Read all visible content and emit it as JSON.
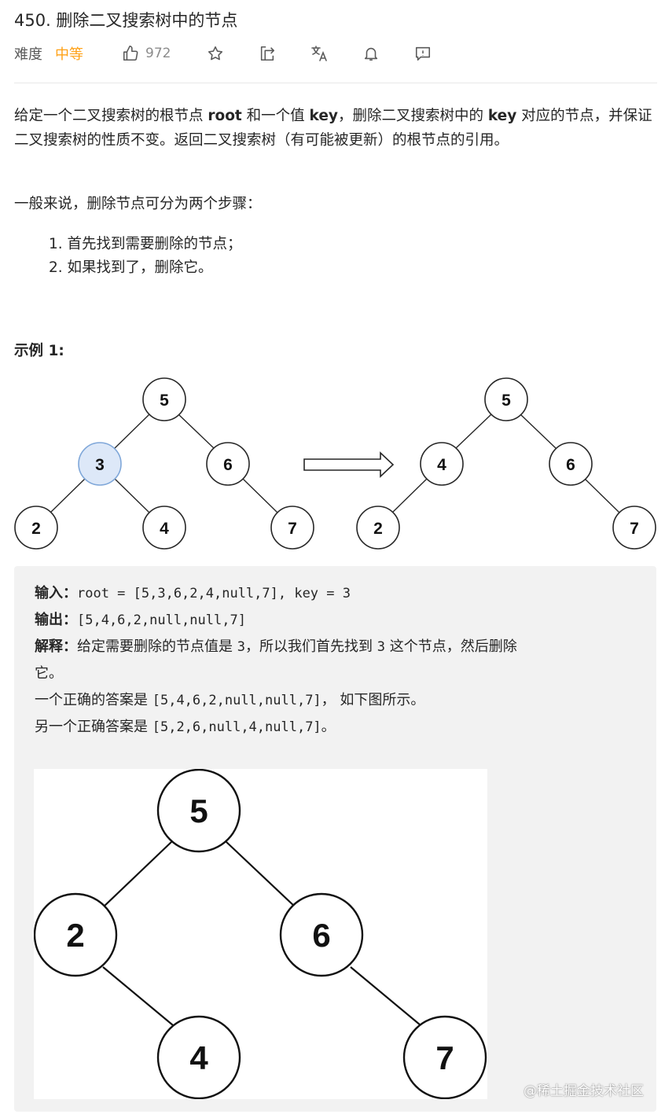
{
  "problem": {
    "title": "450. 删除二叉搜索树中的节点",
    "difficulty_label": "难度",
    "difficulty": "中等",
    "likes": "972"
  },
  "description": {
    "p1_a": "给定一个二叉搜索树的根节点 ",
    "p1_root": "root",
    "p1_b": " 和一个值 ",
    "p1_key": "key",
    "p1_c": "，删除二叉搜索树中的 ",
    "p1_key2": "key",
    "p1_d": " 对应的节点，并保证二叉搜索树的性质不变。返回二叉搜索树（有可能被更新）的根节点的引用。",
    "p2": "一般来说，删除节点可分为两个步骤：",
    "steps": [
      "1. 首先找到需要删除的节点；",
      "2. 如果找到了，删除它。"
    ]
  },
  "example": {
    "title": "示例 1:",
    "before_tree": [
      "5",
      "3",
      "6",
      "2",
      "4",
      "7"
    ],
    "after_tree": [
      "5",
      "4",
      "6",
      "2",
      "7"
    ],
    "input_label": "输入：",
    "input_value": "root = [5,3,6,2,4,null,7], key = 3",
    "output_label": "输出：",
    "output_value": "[5,4,6,2,null,null,7]",
    "explain_label": "解释：",
    "explain_a": "给定需要删除的节点值是 ",
    "explain_val1": "3",
    "explain_b": "，所以我们首先找到 ",
    "explain_val2": "3",
    "explain_c": " 这个节点，然后删除",
    "explain_d": "它。",
    "alt1_a": "一个正确的答案是 ",
    "alt1_val": "[5,4,6,2,null,null,7]",
    "alt1_b": "， 如下图所示。",
    "alt2_a": "另一个正确答案是 ",
    "alt2_val": "[5,2,6,null,4,null,7]",
    "alt2_b": "。",
    "answer_tree": [
      "5",
      "2",
      "6",
      "4",
      "7"
    ],
    "watermark": "@稀土掘金技术社区"
  },
  "colors": {
    "difficulty": "#ffa116",
    "highlight_node": "#dde8f8",
    "code_bg": "#f2f2f2"
  }
}
